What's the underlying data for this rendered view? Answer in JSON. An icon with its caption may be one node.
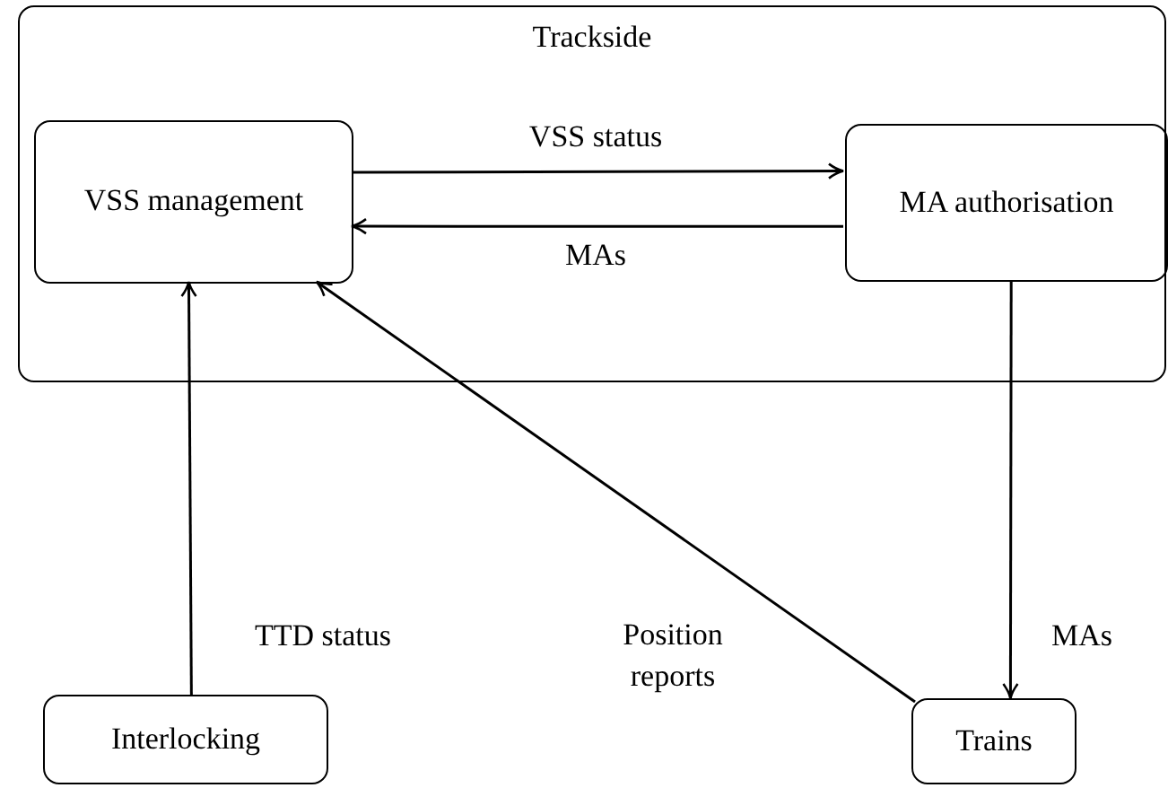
{
  "diagram": {
    "nodes": [
      {
        "text": [
          "Trackside"
        ]
      },
      {
        "text": [
          "VSS management"
        ],
        "in": 0
      },
      {
        "text": [
          "MA authorisation"
        ],
        "in": 0
      },
      {
        "text": [
          "Interlocking"
        ]
      },
      {
        "text": [
          "Trains"
        ]
      }
    ],
    "edges": [
      {
        "from": 1,
        "to": 2,
        "arrow": "to",
        "label": "VSS status"
      },
      {
        "from": 2,
        "to": 1,
        "arrow": "to",
        "label": "MAs"
      },
      {
        "from": 3,
        "to": 1,
        "arrow": "to",
        "label": "TTD status"
      },
      {
        "from": 4,
        "to": 1,
        "arrow": "to",
        "label": "Position reports"
      },
      {
        "from": 2,
        "to": 4,
        "arrow": "to",
        "label": "MAs"
      }
    ]
  }
}
